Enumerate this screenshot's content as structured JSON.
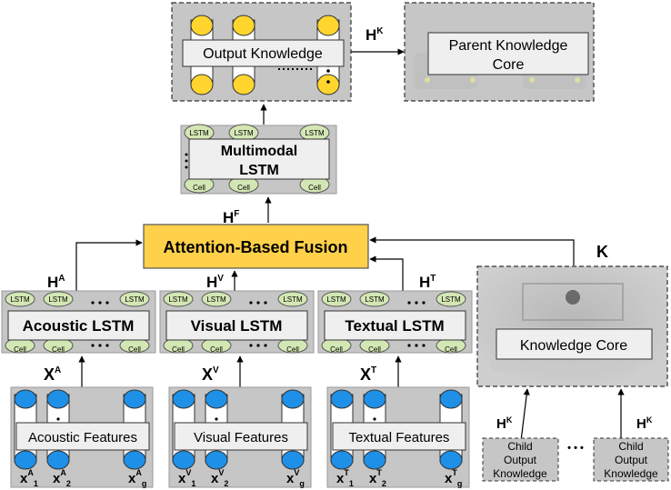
{
  "top": {
    "output_knowledge": "Output Knowledge",
    "parent_core_line1": "Parent Knowledge",
    "parent_core_line2": "Core",
    "hk_label": "H",
    "hk_sup": "K"
  },
  "multimodal": {
    "line1": "Multimodal",
    "line2": "LSTM",
    "cell_lstm": "LSTM",
    "cell_cell": "Cell",
    "hf_label": "H",
    "hf_sup": "F"
  },
  "fusion": {
    "label": "Attention-Based Fusion"
  },
  "branches": [
    {
      "lstm_label": "Acoustic LSTM",
      "h_sup": "A",
      "x_sup": "A",
      "features": "Acoustic Features"
    },
    {
      "lstm_label": "Visual LSTM",
      "h_sup": "V",
      "x_sup": "V",
      "features": "Visual Features"
    },
    {
      "lstm_label": "Textual LSTM",
      "h_sup": "T",
      "x_sup": "T",
      "features": "Textual Features"
    }
  ],
  "symbols": {
    "H": "H",
    "X": "X",
    "x": "x",
    "sub1": "1",
    "sub2": "2",
    "subg": "g"
  },
  "knowledge": {
    "k_label": "K",
    "core": "Knowledge Core",
    "hk_label": "H",
    "hk_sup": "K",
    "child1": [
      "Child",
      "Output",
      "Knowledge"
    ],
    "child2": [
      "Child",
      "Output",
      "Knowledge"
    ],
    "dots": "• • •"
  },
  "colors": {
    "yellow": "#FFD52E",
    "blue": "#1E90E8",
    "lstm_green": "#D3E7B4",
    "fusion": "#FFD14A",
    "gray": "#C6C6C6"
  }
}
